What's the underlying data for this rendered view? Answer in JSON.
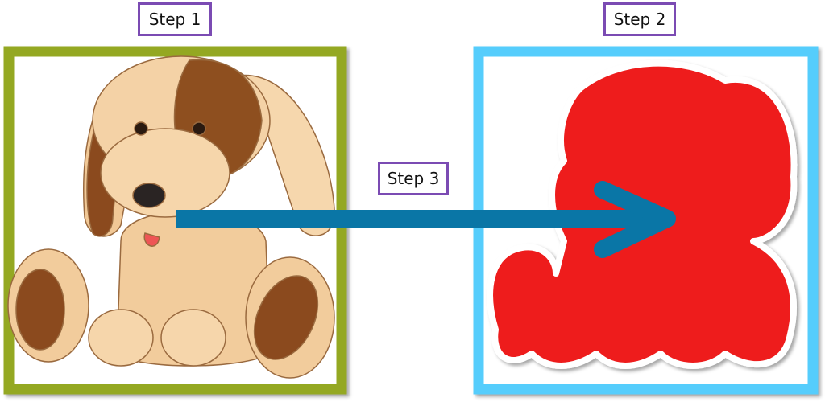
{
  "labels": {
    "step1": "Step 1",
    "step2": "Step 2",
    "step3": "Step 3"
  },
  "colors": {
    "frame1": "#94a823",
    "frame2": "#55cdfc",
    "arrow": "#0a76a6",
    "silhouette": "#ee1c1c",
    "label_border": "#7b4bb3"
  }
}
